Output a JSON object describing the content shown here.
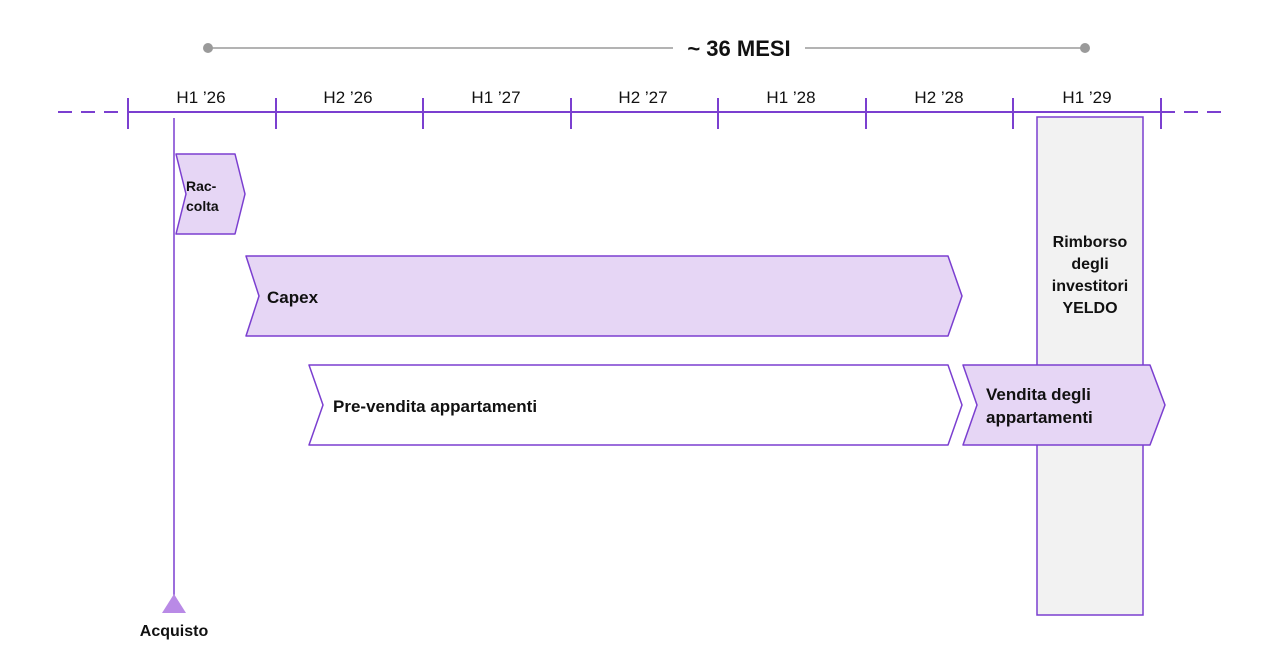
{
  "duration": {
    "label": "~ 36 MESI"
  },
  "timeline": {
    "periods": [
      "H1 ’26",
      "H2 ’26",
      "H1 ’27",
      "H2 ’27",
      "H1 ’28",
      "H2 ’28",
      "H1 ’29"
    ]
  },
  "tasks": {
    "raccolta": {
      "line1": "Rac-",
      "line2": "colta"
    },
    "capex": {
      "label": "Capex"
    },
    "prevendita": {
      "label": "Pre-vendita appartamenti"
    },
    "vendita": {
      "line1": "Vendita degli",
      "line2": "appartamenti"
    },
    "rimborso": {
      "line1": "Rimborso",
      "line2": "degli",
      "line3": "investitori",
      "line4": "YELDO"
    }
  },
  "milestone": {
    "label": "Acquisto"
  },
  "colors": {
    "accent": "#7b3fd0",
    "fill_light": "#e6d6f5",
    "repay_fill": "#f2f2f2",
    "duration_line": "#9a9a9a",
    "text": "#111111"
  }
}
